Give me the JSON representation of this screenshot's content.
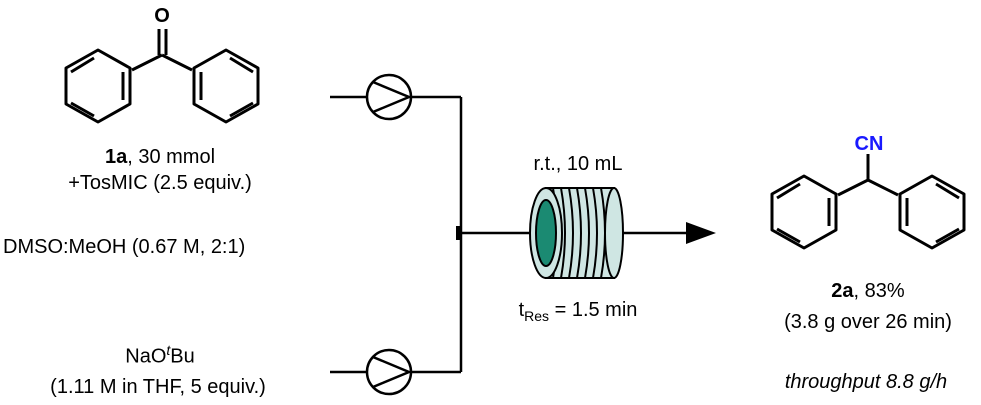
{
  "reactant": {
    "atom_label": "O",
    "compound_id": "1a",
    "amount": ", 30 mmol",
    "reagent": "+TosMIC (2.5 equiv.)",
    "solvent": "DMSO:MeOH (0.67 M, 2:1)"
  },
  "base": {
    "name_prefix": "NaO",
    "name_sup": "t",
    "name_suffix": "Bu",
    "details": "(1.11 M in THF, 5 equiv.)"
  },
  "reactor": {
    "conditions": "r.t., 10 mL",
    "residence_prefix": "t",
    "residence_sub": "Res",
    "residence_value": " = 1.5 min"
  },
  "product": {
    "atom_label": "CN",
    "compound_id": "2a",
    "yield": ", 83%",
    "scale": "(3.8 g over 26 min)",
    "throughput": "throughput 8.8 g/h"
  },
  "colors": {
    "ink": "#000000",
    "nitrile": "#1a1aff",
    "coil_fill": "#cfe6e3",
    "coil_core": "#1b8a72"
  }
}
